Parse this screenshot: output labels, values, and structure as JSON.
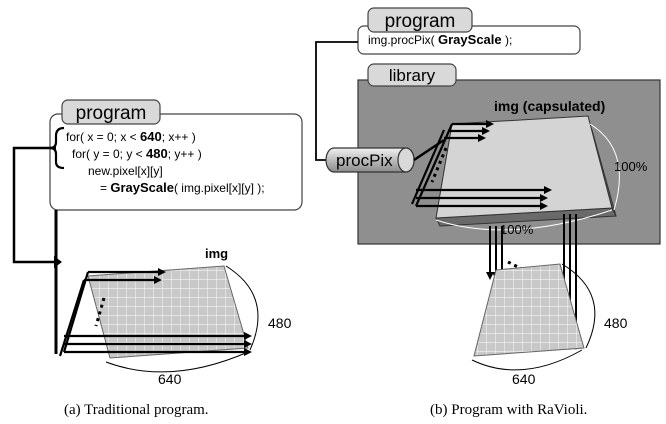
{
  "figure_a": {
    "tab_label": "program",
    "code_lines": [
      {
        "pre": "for( x = 0; x < ",
        "bold": "640",
        "post": "; x++ )"
      },
      {
        "pre": "for( y = 0; y < ",
        "bold": "480",
        "post": "; y++ )"
      },
      {
        "pre": "new.pixel[x][y]",
        "bold": "",
        "post": ""
      },
      {
        "pre": "= ",
        "bold": "GrayScale",
        "post": "( img.pixel[x][y] );"
      }
    ],
    "image_label": "img",
    "width_label": "640",
    "height_label": "480",
    "caption": "(a) Traditional program."
  },
  "figure_b": {
    "program_tab_label": "program",
    "program_code_pre": "img.procPix( ",
    "program_code_bold": "GrayScale",
    "program_code_post": " );",
    "library_tab_label": "library",
    "capsule_label": "procPix",
    "image_label": "img (capsulated)",
    "percent_right": "100%",
    "percent_bottom": "100%",
    "width_label": "640",
    "height_label": "480",
    "caption": "(b) Program with RaVioli."
  }
}
